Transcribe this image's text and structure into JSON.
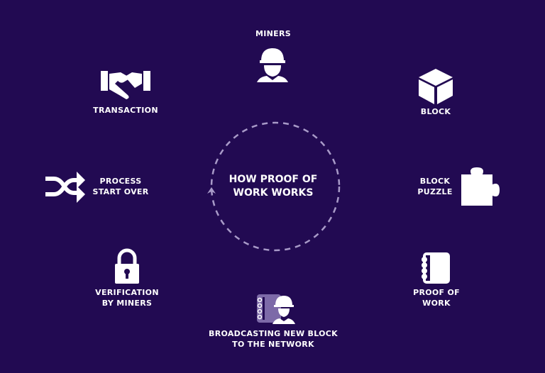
{
  "title": "HOW PROOF OF WORK WORKS",
  "steps": {
    "miners": "MINERS",
    "block": "BLOCK",
    "block_puzzle": [
      "BLOCK",
      "PUZZLE"
    ],
    "proof_of_work": [
      "PROOF OF",
      "WORK"
    ],
    "broadcasting": [
      "BROADCASTING NEW BLOCK",
      "TO THE NETWORK"
    ],
    "verification": [
      "VERIFICATION",
      "BY MINERS"
    ],
    "process_start_over": [
      "PROCESS",
      "START OVER"
    ],
    "transaction": "TRANSACTION"
  },
  "colors": {
    "background": "#220a52",
    "circle": "#a89ac8"
  }
}
